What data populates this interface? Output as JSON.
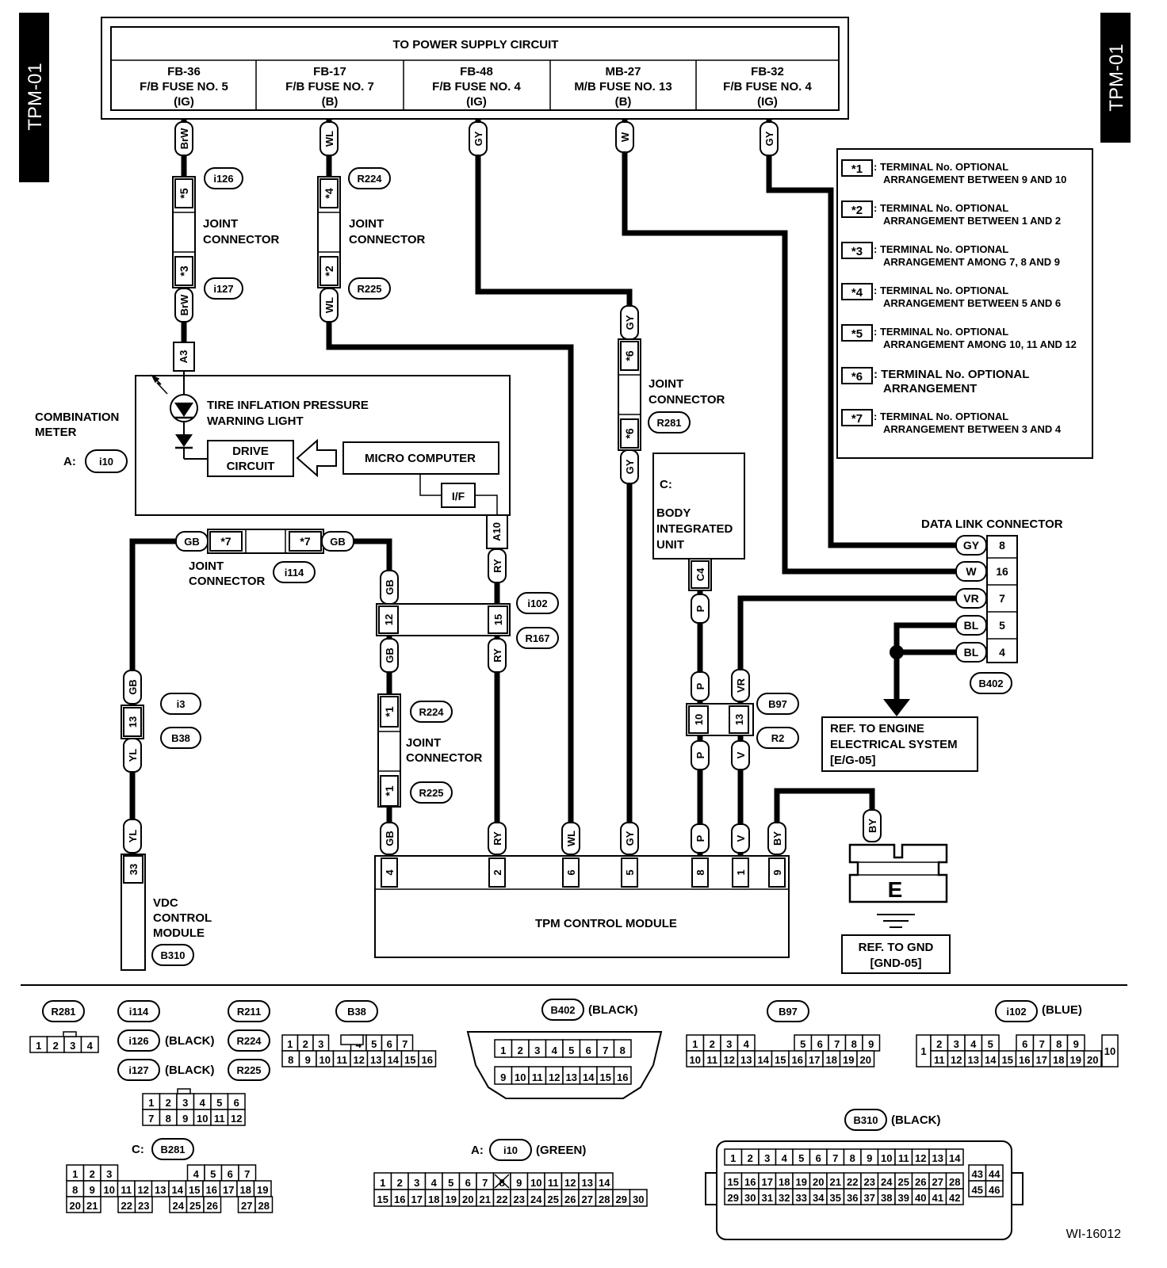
{
  "side_tag": "TPM-01",
  "figure_id": "WI-16012",
  "power": {
    "title": "TO POWER SUPPLY CIRCUIT",
    "fuses": [
      {
        "id": "FB-36",
        "line2": "F/B  FUSE NO. 5",
        "line3": "(IG)"
      },
      {
        "id": "FB-17",
        "line2": "F/B  FUSE NO. 7",
        "line3": "(B)"
      },
      {
        "id": "FB-48",
        "line2": "F/B  FUSE NO. 4",
        "line3": "(IG)"
      },
      {
        "id": "MB-27",
        "line2": "M/B  FUSE NO. 13",
        "line3": "(B)"
      },
      {
        "id": "FB-32",
        "line2": "F/B  FUSE NO. 4",
        "line3": "(IG)"
      }
    ]
  },
  "legend": [
    {
      "mark": "*1",
      "l1": ": TERMINAL No. OPTIONAL",
      "l2": "ARRANGEMENT BETWEEN 9 AND 10"
    },
    {
      "mark": "*2",
      "l1": ": TERMINAL No. OPTIONAL",
      "l2": "ARRANGEMENT BETWEEN 1 AND 2"
    },
    {
      "mark": "*3",
      "l1": ": TERMINAL No. OPTIONAL",
      "l2": "ARRANGEMENT AMONG 7, 8 AND 9"
    },
    {
      "mark": "*4",
      "l1": ": TERMINAL No. OPTIONAL",
      "l2": "ARRANGEMENT BETWEEN 5 AND 6"
    },
    {
      "mark": "*5",
      "l1": ": TERMINAL No. OPTIONAL",
      "l2": "ARRANGEMENT AMONG 10, 11 AND 12"
    },
    {
      "mark": "*6",
      "l1": ": TERMINAL No. OPTIONAL",
      "l2": "ARRANGEMENT"
    },
    {
      "mark": "*7",
      "l1": ": TERMINAL No. OPTIONAL",
      "l2": "ARRANGEMENT BETWEEN 3 AND 4"
    }
  ],
  "labels": {
    "joint1": "JOINT",
    "joint2": "CONNECTOR",
    "combination1": "COMBINATION",
    "combination2": "METER",
    "tire1": "TIRE INFLATION PRESSURE",
    "tire2": "WARNING LIGHT",
    "drive1": "DRIVE",
    "drive2": "CIRCUIT",
    "micro": "MICRO COMPUTER",
    "if": "I/F",
    "body1": "BODY",
    "body2": "INTEGRATED",
    "body3": "UNIT",
    "dlc": "DATA LINK CONNECTOR",
    "eng1": "REF. TO ENGINE",
    "eng2": "ELECTRICAL SYSTEM",
    "eng3": "[E/G-05]",
    "gnd1": "REF. TO GND",
    "gnd2": "[GND-05]",
    "vdc1": "VDC",
    "vdc2": "CONTROL",
    "vdc3": "MODULE",
    "tpm": "TPM CONTROL MODULE",
    "a_prefix": "A:",
    "c_prefix": "C:",
    "earth": "E",
    "black": "(BLACK)",
    "blue": "(BLUE)",
    "green": "(GREEN)"
  },
  "connectors": {
    "i126": "i126",
    "i127": "i127",
    "R224": "R224",
    "R225": "R225",
    "R281": "R281",
    "i10": "i10",
    "B281": "B281",
    "i114": "i114",
    "i102": "i102",
    "R167": "R167",
    "i3": "i3",
    "B38": "B38",
    "B97": "B97",
    "R2": "R2",
    "B402": "B402",
    "R211": "R211",
    "B310": "B310"
  },
  "wire_colors": {
    "BrW": "BrW",
    "WL": "WL",
    "GY": "GY",
    "W": "W",
    "GB": "GB",
    "RY": "RY",
    "YL": "YL",
    "P": "P",
    "V": "V",
    "VR": "VR",
    "BL": "BL",
    "BY": "BY"
  },
  "terminals": {
    "s5": "*5",
    "s3": "*3",
    "s4": "*4",
    "s2": "*2",
    "s6": "*6",
    "s7": "*7",
    "s1": "*1",
    "A3": "A3",
    "A10": "A10",
    "C4": "C4",
    "t12": "12",
    "t15": "15",
    "t13": "13",
    "t10": "10",
    "t33": "33",
    "tpm": [
      "4",
      "2",
      "6",
      "5",
      "8",
      "1",
      "9"
    ],
    "dlc": [
      "8",
      "16",
      "7",
      "5",
      "4"
    ]
  },
  "pinouts": {
    "R281": [
      "1",
      "2",
      "3",
      "4"
    ],
    "i126_row1": [
      "1",
      "2",
      "3",
      "4",
      "5",
      "6"
    ],
    "i126_row2": [
      "7",
      "8",
      "9",
      "10",
      "11",
      "12"
    ],
    "B38_row1": [
      "1",
      "2",
      "3",
      "4",
      "5",
      "6",
      "7"
    ],
    "B38_row2": [
      "8",
      "9",
      "10",
      "11",
      "12",
      "13",
      "14",
      "15",
      "16"
    ],
    "B402_row1": [
      "1",
      "2",
      "3",
      "4",
      "5",
      "6",
      "7",
      "8"
    ],
    "B402_row2": [
      "9",
      "10",
      "11",
      "12",
      "13",
      "14",
      "15",
      "16"
    ],
    "B97_row1": [
      "1",
      "2",
      "3",
      "4",
      "5",
      "6",
      "7",
      "8",
      "9"
    ],
    "B97_row2": [
      "10",
      "11",
      "12",
      "13",
      "14",
      "15",
      "16",
      "17",
      "18",
      "19",
      "20"
    ],
    "i102_row1": [
      "2",
      "3",
      "4",
      "5",
      "6",
      "7",
      "8",
      "9"
    ],
    "i102_row2": [
      "11",
      "12",
      "13",
      "14",
      "15",
      "16",
      "17",
      "18",
      "19",
      "20"
    ],
    "i102_side": [
      "1",
      "10"
    ],
    "B281_row1": [
      "1",
      "2",
      "3",
      "4",
      "5",
      "6",
      "7"
    ],
    "B281_row2": [
      "8",
      "9",
      "10",
      "11",
      "12",
      "13",
      "14",
      "15",
      "16",
      "17",
      "18",
      "19"
    ],
    "B281_row3": [
      "20",
      "21",
      "22",
      "23",
      "24",
      "25",
      "26",
      "27",
      "28"
    ],
    "i10_row1": [
      "1",
      "2",
      "3",
      "4",
      "5",
      "6",
      "7",
      "8",
      "9",
      "10",
      "11",
      "12",
      "13",
      "14"
    ],
    "i10_row2": [
      "15",
      "16",
      "17",
      "18",
      "19",
      "20",
      "21",
      "22",
      "23",
      "24",
      "25",
      "26",
      "27",
      "28",
      "29",
      "30"
    ],
    "B310_row1": [
      "1",
      "2",
      "3",
      "4",
      "5",
      "6",
      "7",
      "8",
      "9",
      "10",
      "11",
      "12",
      "13",
      "14"
    ],
    "B310_row2": [
      "15",
      "16",
      "17",
      "18",
      "19",
      "20",
      "21",
      "22",
      "23",
      "24",
      "25",
      "26",
      "27",
      "28"
    ],
    "B310_row3": [
      "29",
      "30",
      "31",
      "32",
      "33",
      "34",
      "35",
      "36",
      "37",
      "38",
      "39",
      "40",
      "41",
      "42"
    ],
    "B310_side": [
      "43",
      "44",
      "45",
      "46"
    ]
  },
  "colors": {
    "ink": "#000000",
    "paper": "#ffffff"
  }
}
